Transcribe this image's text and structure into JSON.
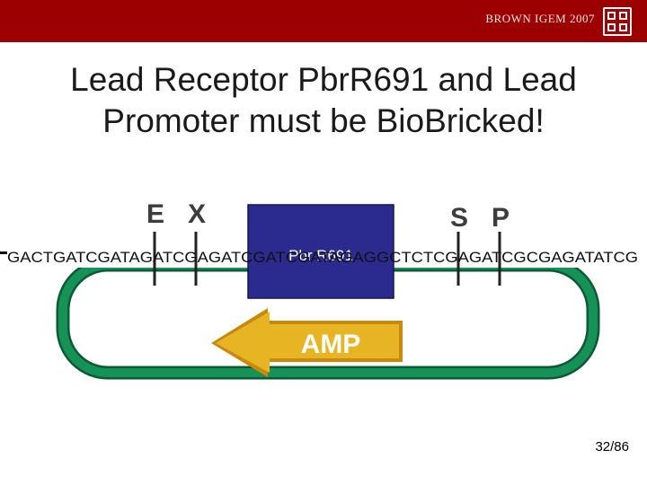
{
  "header": {
    "brand": "BROWN IGEM 2007",
    "bar_color": "#9c0000"
  },
  "slide": {
    "title": "Lead Receptor PbrR691 and Lead\nPromoter must be BioBricked!",
    "number": "32/86"
  },
  "diagram": {
    "sequence": "GACTGATCGATAGATCGAGATCGATCGATAGAGGCTCTCGAGATCGCGAGATATCG",
    "gene_label": "Pbr R691",
    "gene_color": "#2b2b8f",
    "resistance_label": "AMP",
    "plasmid_color": "#168a55",
    "arrow_color": "#e7b423",
    "sites": [
      "E",
      "X",
      "S",
      "P"
    ]
  }
}
